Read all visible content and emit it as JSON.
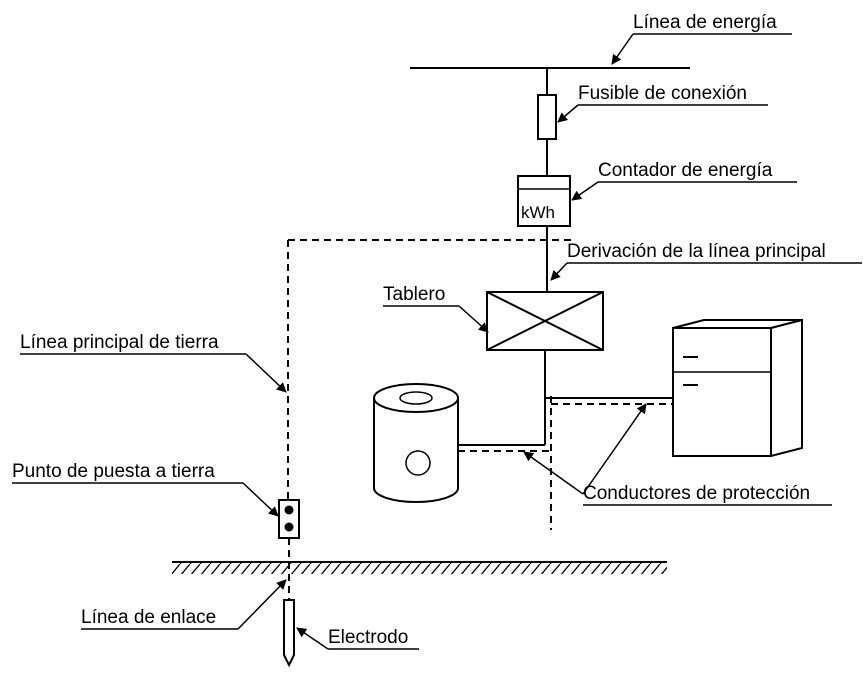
{
  "labels": {
    "power_line": "Línea de energía",
    "fuse": "Fusible de conexión",
    "meter": "Contador de energía",
    "meter_unit": "kWh",
    "main_branch": "Derivación de la línea principal",
    "panel": "Tablero",
    "main_ground_line": "Línea principal de tierra",
    "ground_point": "Punto de puesta a tierra",
    "protective_conductors": "Conductores de protección",
    "bonding_line": "Línea de enlace",
    "electrode": "Electrodo"
  }
}
